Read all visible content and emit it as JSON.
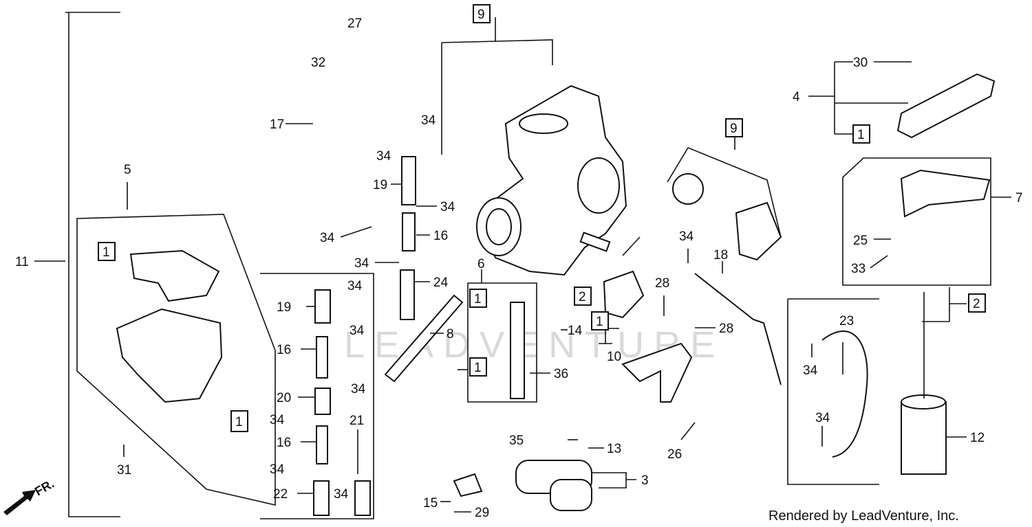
{
  "labels": {
    "p1a": "1",
    "p1b": "1",
    "p1c": "1",
    "p1d": "1",
    "p1e": "1",
    "p1f": "1",
    "p2a": "2",
    "p2b": "2",
    "p3": "3",
    "p4": "4",
    "p5": "5",
    "p6": "6",
    "p7": "7",
    "p8": "8",
    "p9a": "9",
    "p9b": "9",
    "p10": "10",
    "p11": "11",
    "p12": "12",
    "p13": "13",
    "p14": "14",
    "p15": "15",
    "p16a": "16",
    "p16b": "16",
    "p16c": "16",
    "p17": "17",
    "p18": "18",
    "p19a": "19",
    "p19b": "19",
    "p20": "20",
    "p21": "21",
    "p22": "22",
    "p23": "23",
    "p24": "24",
    "p25": "25",
    "p26": "26",
    "p27": "27",
    "p28a": "28",
    "p28b": "28",
    "p29": "29",
    "p30": "30",
    "p31": "31",
    "p32": "32",
    "p33": "33",
    "p34a": "34",
    "p34b": "34",
    "p34c": "34",
    "p34d": "34",
    "p34e": "34",
    "p34f": "34",
    "p34g": "34",
    "p34h": "34",
    "p34i": "34",
    "p34j": "34",
    "p34k": "34",
    "p34l": "34",
    "p34m": "34",
    "p34n": "34",
    "p35": "35",
    "p36": "36"
  },
  "watermark": "LEADVENTURE",
  "credit": "Rendered by LeadVenture, Inc.",
  "direction_marker": "FR."
}
